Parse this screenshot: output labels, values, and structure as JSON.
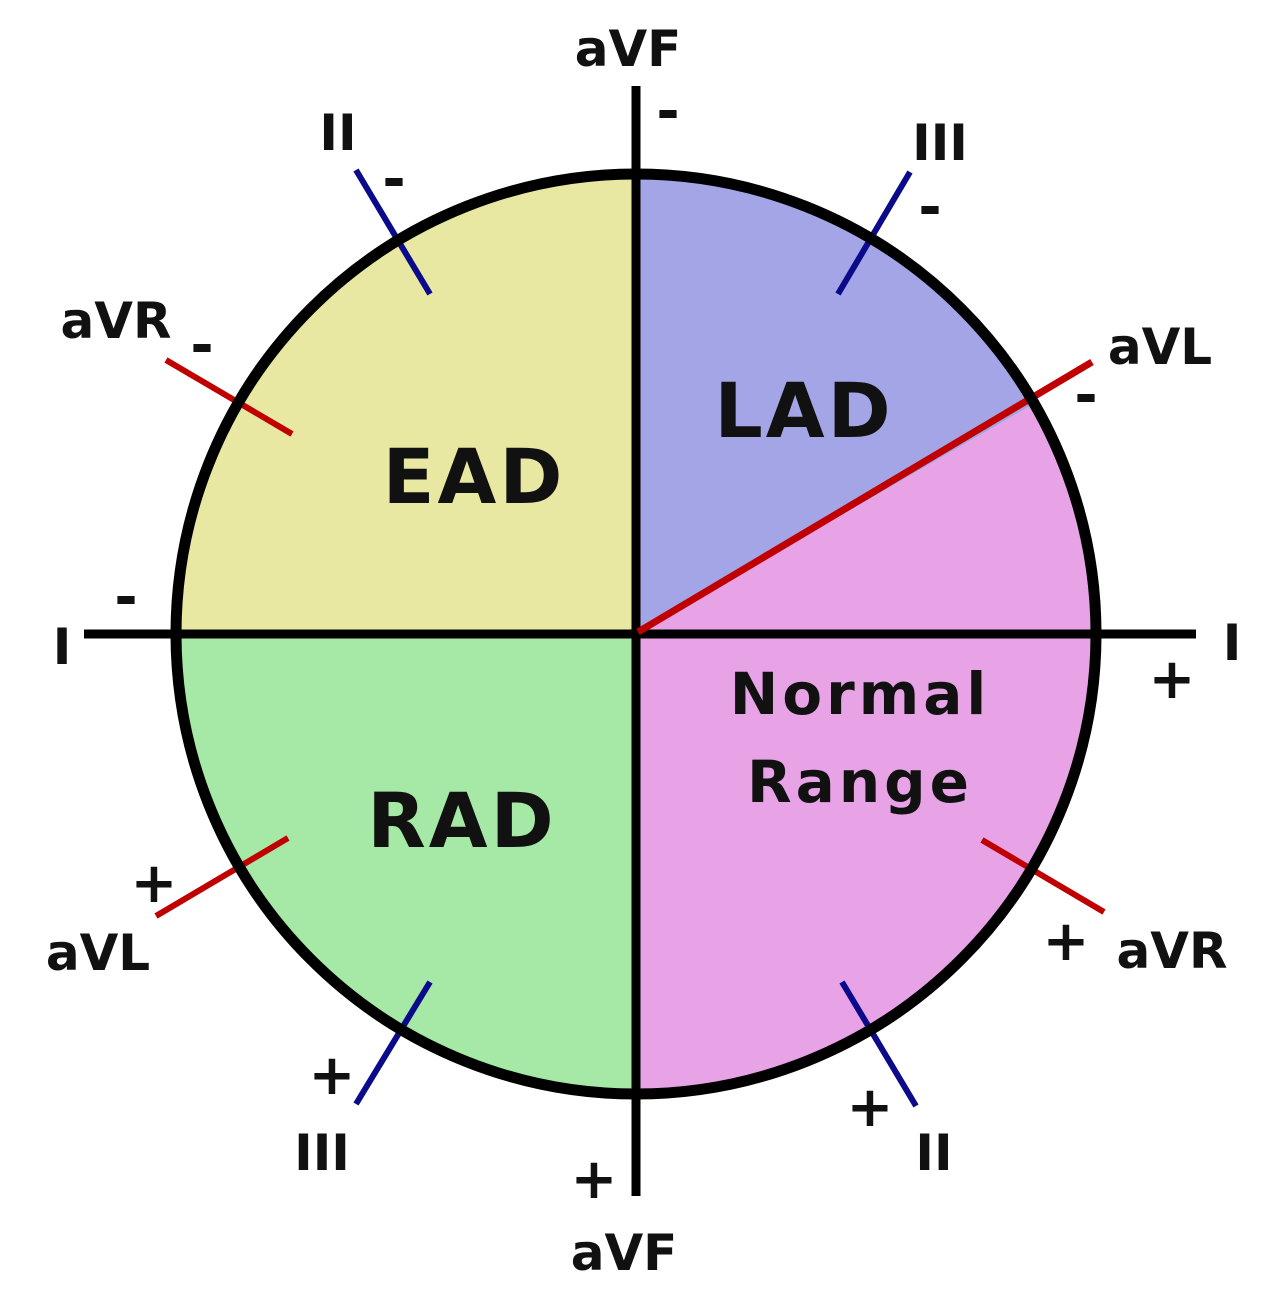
{
  "regions": {
    "ead": {
      "label": "EAD",
      "color": "#e8e8a2"
    },
    "lad": {
      "label": "LAD",
      "color": "#a3a5e6"
    },
    "rad": {
      "label": "RAD",
      "color": "#a6e8a6"
    },
    "normal": {
      "line1": "Normal",
      "line2": "Range",
      "color": "#e8a2e6"
    }
  },
  "lead_colors": {
    "axis": "#000000",
    "limb_lead": "#0a0a8a",
    "augmented_lead": "#c00000"
  },
  "leads": {
    "avf_top": "aVF",
    "avf_bottom": "aVF",
    "i_left": "I",
    "i_right": "I",
    "ii_top": "II",
    "ii_bottom": "II",
    "iii_top": "III",
    "iii_bottom": "III",
    "avr_top": "aVR",
    "avr_bottom": "aVR",
    "avl_top": "aVL",
    "avl_bottom": "aVL"
  },
  "signs": {
    "positive": "+",
    "negative": "-"
  }
}
